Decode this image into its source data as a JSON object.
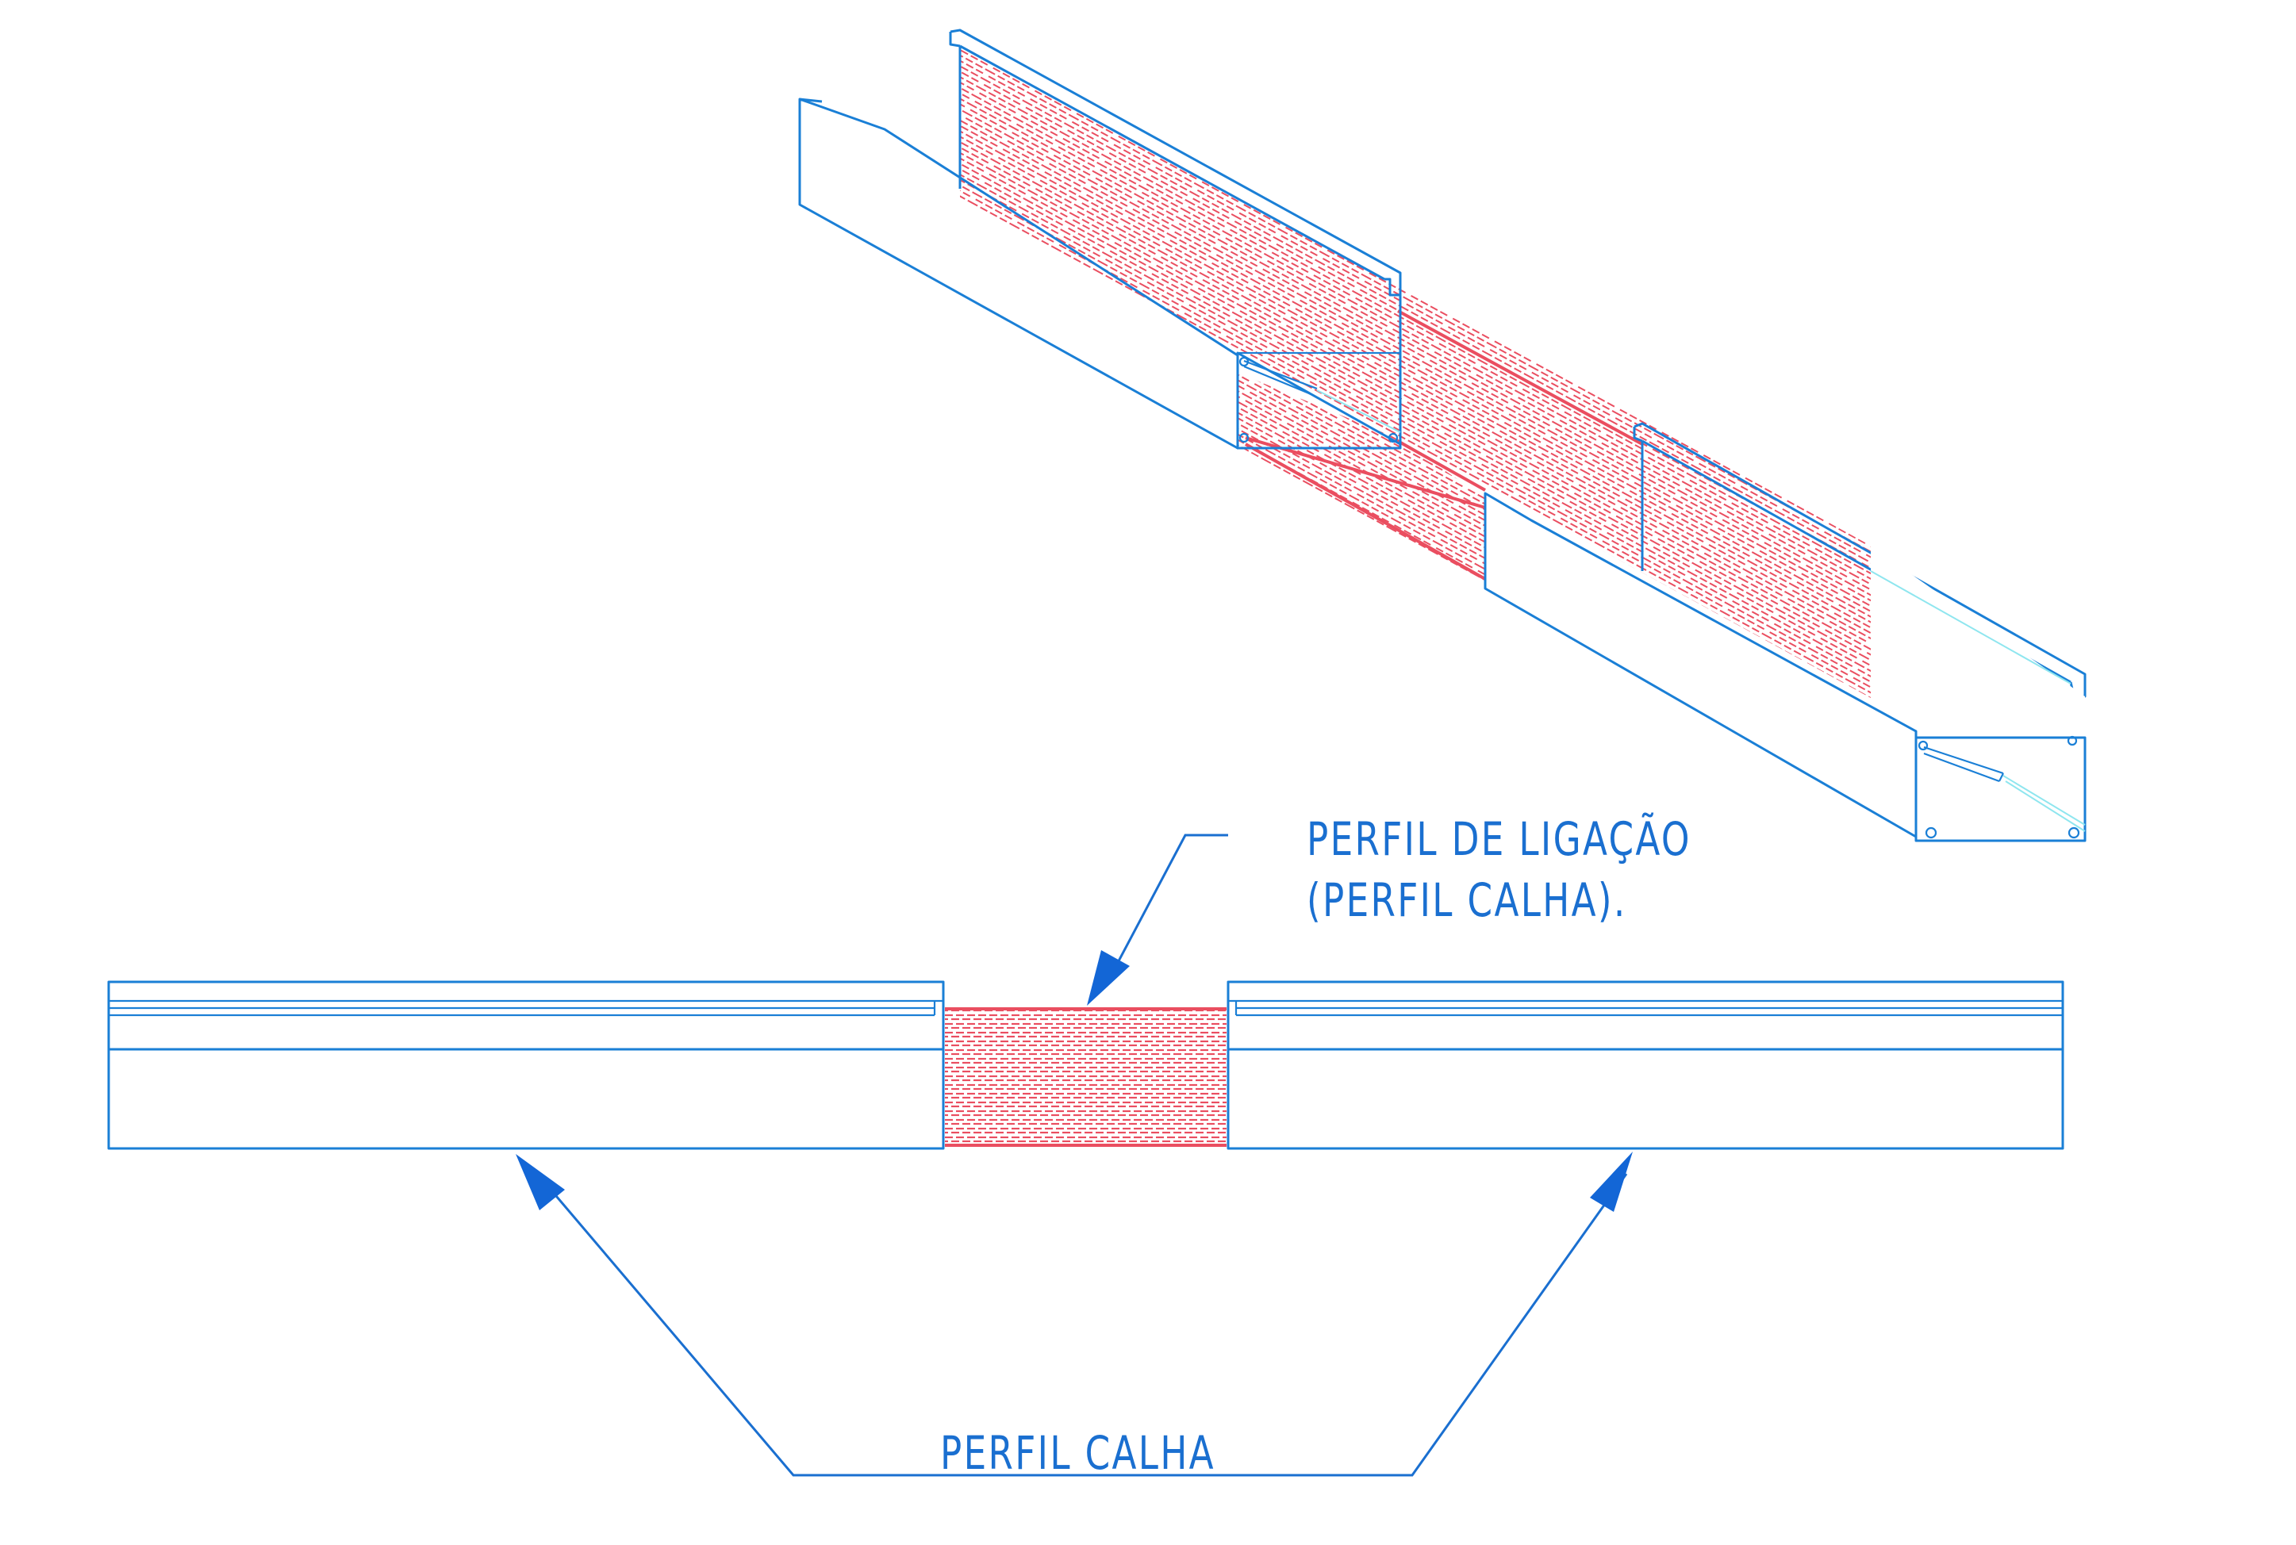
{
  "labels": {
    "connection_line1": "PERFIL DE LIGAÇÃO",
    "connection_line2": "(PERFIL CALHA).",
    "channel": "PERFIL CALHA"
  },
  "colors": {
    "outline": "#1a7fd6",
    "hatch": "#ea4e60",
    "highlight": "#8fe6ef",
    "leader": "#1a6fd0"
  }
}
